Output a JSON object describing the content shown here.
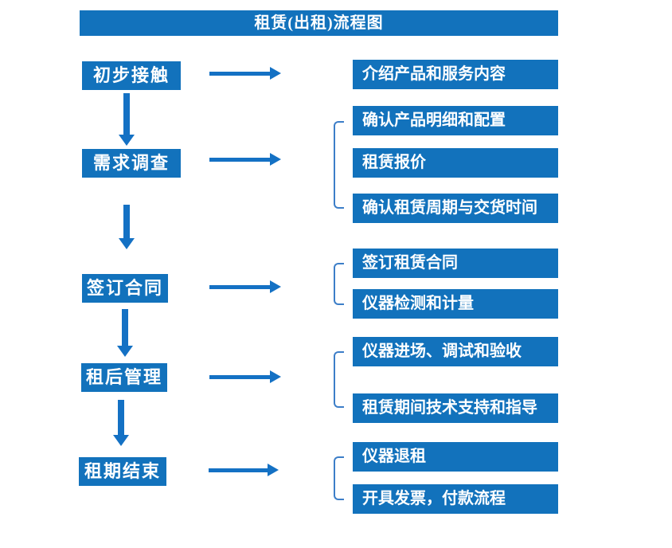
{
  "title": "租赁(出租)流程图",
  "colors": {
    "box": "#1272BC",
    "arrow": "#1471C4",
    "bracket": "#3C7EC8",
    "box_text": "#FFFFFF",
    "background": "#FFFFFF"
  },
  "steps": [
    {
      "label": "初步接触",
      "details": [
        "介绍产品和服务内容"
      ]
    },
    {
      "label": "需求调查",
      "details": [
        "确认产品明细和配置",
        "租赁报价",
        "确认租赁周期与交货时间"
      ]
    },
    {
      "label": "签订合同",
      "details": [
        "签订租赁合同",
        "仪器检测和计量"
      ]
    },
    {
      "label": "租后管理",
      "details": [
        "仪器进场、调试和验收",
        "租赁期间技术支持和指导"
      ]
    },
    {
      "label": "租期结束",
      "details": [
        "仪器退租",
        "开具发票，付款流程"
      ]
    }
  ]
}
